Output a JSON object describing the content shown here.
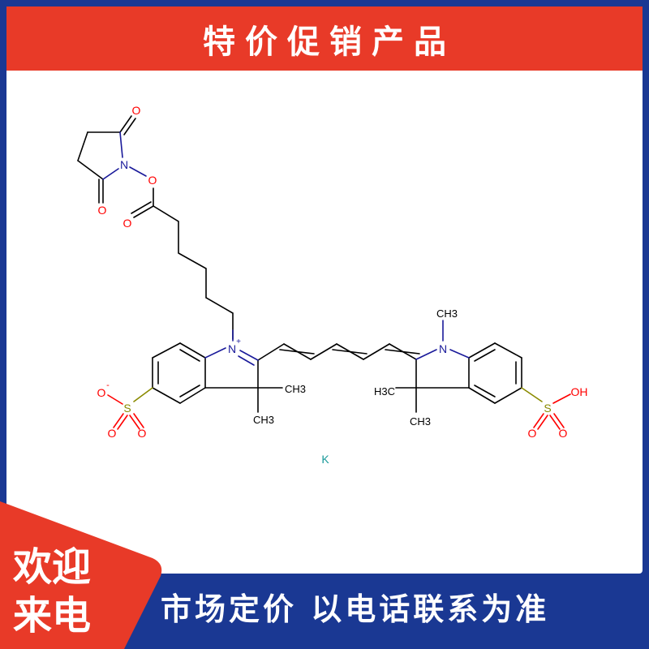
{
  "banner": {
    "title": "特价促销产品",
    "background_color": "#e83a28",
    "text_color": "#ffffff"
  },
  "frame": {
    "border_color": "#1a3893"
  },
  "molecule": {
    "description": "Sulfo-Cy5 NHS ester potassium salt structure",
    "atom_labels": {
      "nhs_o_top": "O",
      "nhs_n": "N",
      "nhs_o_bottom": "O",
      "ester_o": "O",
      "carbonyl_o": "O",
      "left_n": "N",
      "left_n_charge": "+",
      "left_ch3_right": "CH3",
      "left_ch3_down": "CH3",
      "left_s": "S",
      "left_o_minus": "O",
      "left_o_minus_charge": "-",
      "left_o_1": "O",
      "left_o_2": "O",
      "right_n": "N",
      "right_n_ch3": "CH3",
      "right_h3c_left": "H3C",
      "right_ch3_down": "CH3",
      "right_s": "S",
      "right_oh": "OH",
      "right_o_1": "O",
      "right_o_2": "O",
      "counterion": "K"
    },
    "colors": {
      "carbon_bond": "#000000",
      "nitrogen": "#1a1a9a",
      "oxygen": "#ff0000",
      "sulfur": "#8a8a00",
      "potassium": "#1a9a9a"
    }
  },
  "tag": {
    "line1": "欢迎",
    "line2": "来电",
    "background_color": "#e83a28"
  },
  "footer": {
    "text": "市场定价 以电话联系为准",
    "background_color": "#1a3893"
  }
}
